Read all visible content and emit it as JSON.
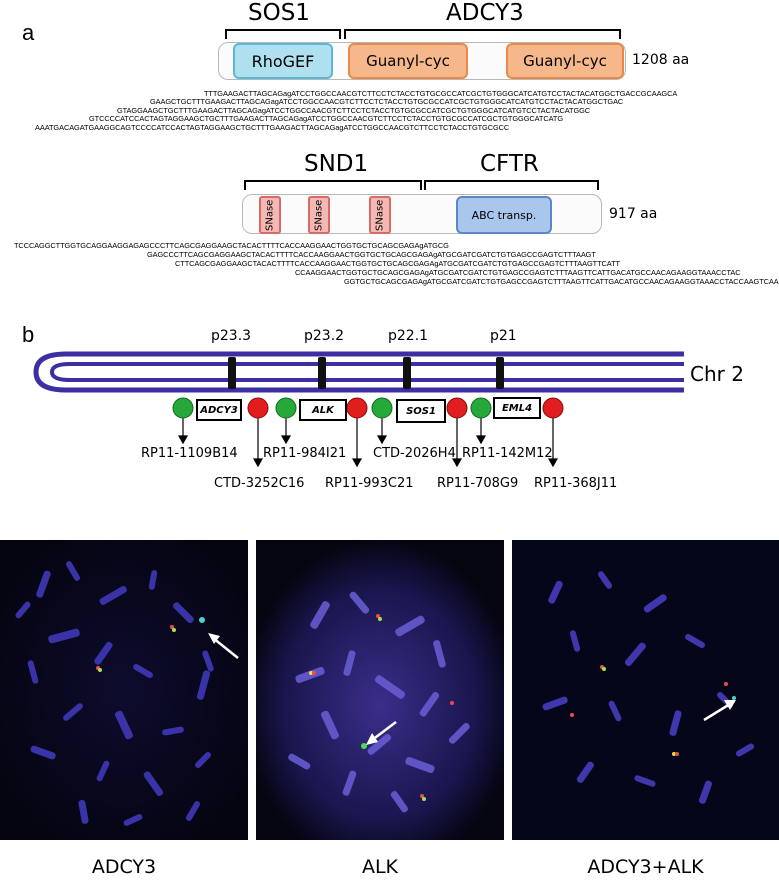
{
  "panel_a": {
    "letter": "a",
    "protein1": {
      "gene_left": "SOS1",
      "gene_right": "ADCY3",
      "domains": [
        "RhoGEF",
        "Guanyl-cyc",
        "Guanyl-cyc"
      ],
      "length": "1208 aa",
      "sequences": [
        "TTTGAAGACTTAGCAGagATCCTGGCCAACGTCTTCCTCTACCTGTGCGCCATCGCTGTGGGCATCATGTCCTACTACATGGCTGACCGCAAGCA",
        "GAAGCTGCTTTGAAGACTTAGCAGagATCCTGGCCAACGTCTTCCTCTACCTGTGCGCCATCGCTGTGGGCATCATGTCCTACTACATGGCTGAC",
        "GTAGGAAGCTGCTTTGAAGACTTAGCAGagATCCTGGCCAACGTCTTCCTCTACCTGTGCGCCATCGCTGTGGGCATCATGTCCTACTACATGGC",
        "GTCCCCATCCACTAGTAGGAAGCTGCTTTGAAGACTTAGCAGagATCCTGGCCAACGTCTTCCTCTACCTGTGCGCCATCGCTGTGGGCATCATG",
        "AAATGACAGATGAAGGCAGTCCCCATCCACTAGTAGGAAGCTGCTTTGAAGACTTAGCAGagATCCTGGCCAACGTCTTCCTCTACCTGTGCGCC"
      ]
    },
    "protein2": {
      "gene_left": "SND1",
      "gene_right": "CFTR",
      "domains": [
        "SNase",
        "SNase",
        "SNase",
        "ABC transp."
      ],
      "length": "917 aa",
      "sequences": [
        "TCCCAGGCTTGGTGCAGGAAGGAGAGCCCTTCAGCGAGGAAGCTACACTTTTCACCAAGGAACTGGTGCTGCAGCGAGAgATGCG",
        "GAGCCCTTCAGCGAGGAAGCTACACTTTTCACCAAGGAACTGGTGCTGCAGCGAGAgATGCGATCGATCTGTGAGCCGAGTCTTTAAGT",
        "CTTCAGCGAGGAAGCTACACTTTTCACCAAGGAACTGGTGCTGCAGCGAGAgATGCGATCGATCTGTGAGCCGAGTCTTTAAGTTCATT",
        "CCAAGGAACTGGTGCTGCAGCGAGAgATGCGATCGATCTGTGAGCCGAGTCTTTAAGTTCATTGACATGCCAACAGAAGGTAAACCTAC",
        "GGTGCTGCAGCGAGAgATGCGATCGATCTGTGAGCCGAGTCTTTAAGTTCATTGACATGCCAACAGAAGGTAAACCTACCAAGTCAACC"
      ]
    }
  },
  "panel_b": {
    "letter": "b",
    "chromosome": "Chr 2",
    "bands": [
      "p23.3",
      "p23.2",
      "p22.1",
      "p21"
    ],
    "genes": [
      "ADCY3",
      "ALK",
      "SOS1",
      "EML4"
    ],
    "probes_top": [
      "RP11-1109B14",
      "RP11-984I21",
      "CTD-2026H4",
      "RP11-142M12"
    ],
    "probes_bottom": [
      "CTD-3252C16",
      "RP11-993C21",
      "RP11-708G9",
      "RP11-368J11"
    ],
    "colors": {
      "chromosome": "#3b2fa3",
      "green_probe": "#27a83a",
      "red_probe": "#e11d1d"
    }
  },
  "fish_images": [
    {
      "label": "ADCY3"
    },
    {
      "label": "ALK"
    },
    {
      "label": "ADCY3+ALK"
    }
  ]
}
